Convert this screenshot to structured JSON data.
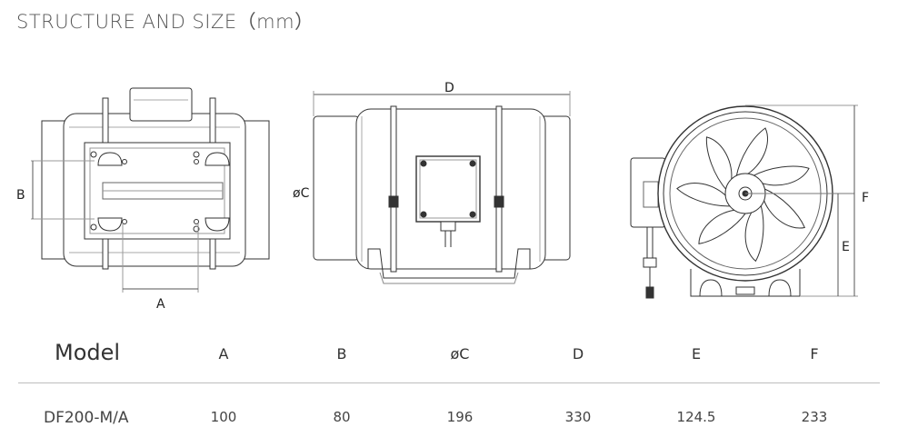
{
  "page_title": "STRUCTURE AND SIZE（mm）",
  "dimension_labels": {
    "a": "A",
    "b": "B",
    "c": "øC",
    "d": "D",
    "e": "E",
    "f": "F"
  },
  "table": {
    "headers": [
      "Model",
      "A",
      "B",
      "øC",
      "D",
      "E",
      "F"
    ],
    "rows": [
      [
        "DF200-M/A",
        "100",
        "80",
        "196",
        "330",
        "124.5",
        "233"
      ]
    ]
  }
}
